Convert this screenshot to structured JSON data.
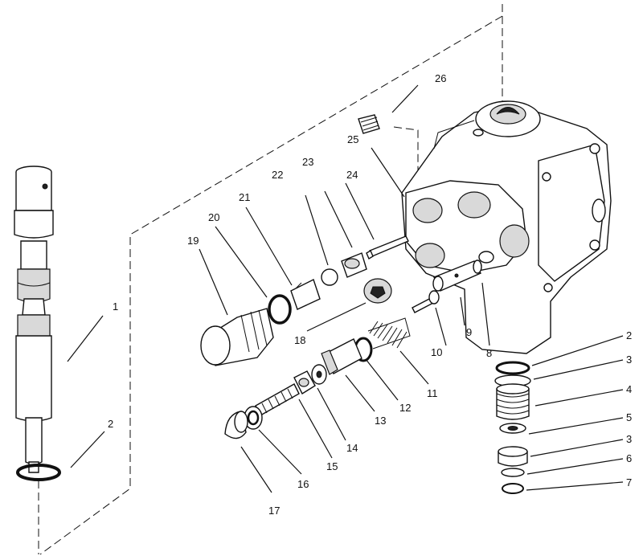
{
  "labels": {
    "n1": "1",
    "n2a": "2",
    "n2b": "2",
    "n3a": "3",
    "n3b": "3",
    "n4": "4",
    "n5": "5",
    "n6": "6",
    "n7": "7",
    "n8": "8",
    "n9": "9",
    "n10": "10",
    "n11": "11",
    "n12": "12",
    "n13": "13",
    "n14": "14",
    "n15": "15",
    "n16": "16",
    "n17": "17",
    "n18": "18",
    "n19": "19",
    "n20": "20",
    "n21": "21",
    "n22": "22",
    "n23": "23",
    "n24": "24",
    "n25": "25",
    "n26": "26"
  }
}
